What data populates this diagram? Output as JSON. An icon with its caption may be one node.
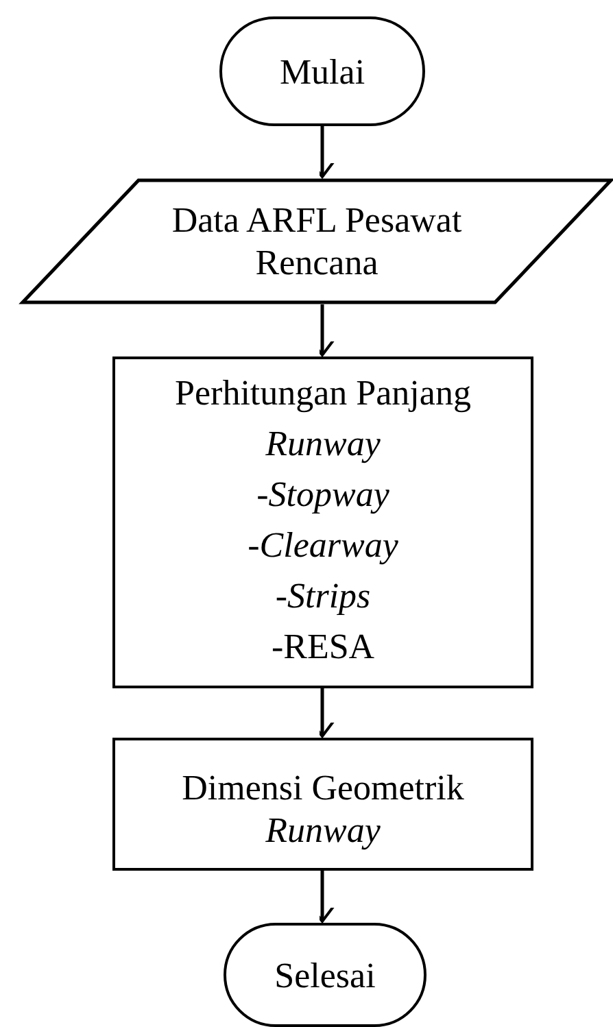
{
  "diagram": {
    "nodes": [
      {
        "text": [
          "Mulai"
        ]
      },
      {
        "text": [
          "Data ARFL Pesawat Rencana"
        ]
      },
      {
        "text": [
          "Perhitungan Panjang *Runway*",
          "-*Stopway*",
          "-*Clearway*",
          "-*Strips*",
          "-RESA"
        ]
      },
      {
        "text": [
          "Dimensi Geometrik *Runway*"
        ]
      },
      {
        "text": [
          "Selesai"
        ]
      }
    ],
    "edges": [
      {
        "from": 0,
        "to": 1,
        "arrow": "to"
      },
      {
        "from": 1,
        "to": 2,
        "arrow": "to"
      },
      {
        "from": 2,
        "to": 3,
        "arrow": "to"
      },
      {
        "from": 3,
        "to": 4,
        "arrow": "to"
      }
    ]
  }
}
